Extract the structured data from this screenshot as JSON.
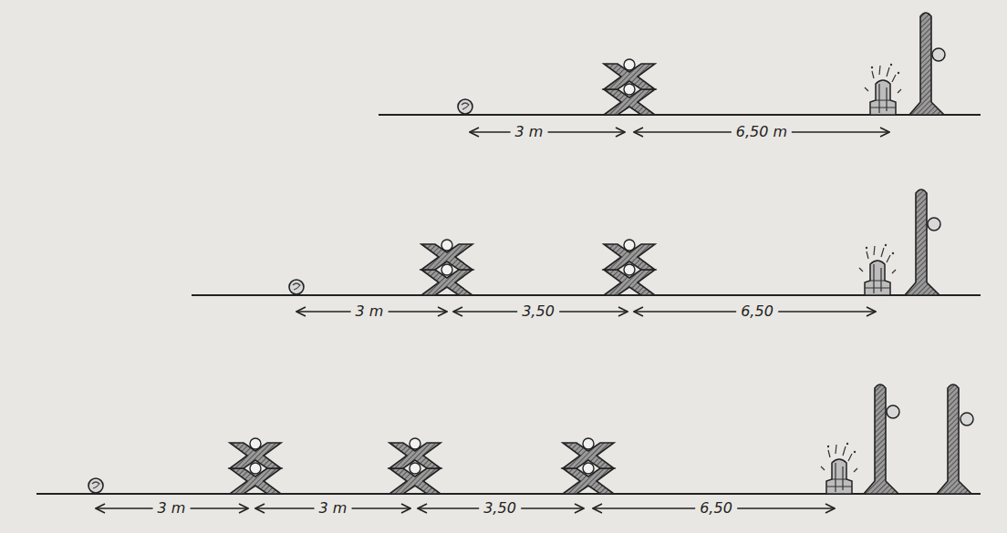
{
  "diagram": {
    "labels": [
      "3 m",
      "6,50 m",
      "3 m",
      "3,50",
      "6,50",
      "3 m",
      "3 m",
      "3,50",
      "6,50"
    ]
  }
}
